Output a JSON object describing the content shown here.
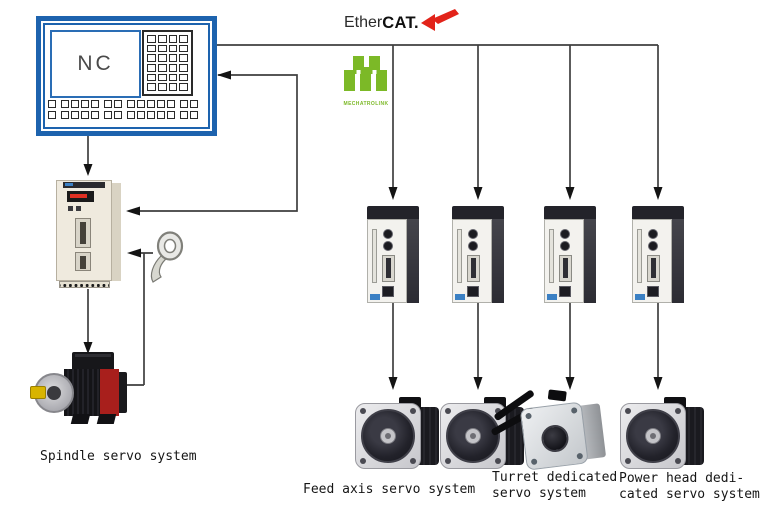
{
  "nc_unit": {
    "screen_label": "NC"
  },
  "logos": {
    "ethercat": {
      "prefix": "Ether",
      "suffix": "CAT."
    },
    "mechatrolink": {
      "name": "MECHATROLINK"
    }
  },
  "captions": {
    "spindle": "Spindle servo system",
    "feed_axis": "Feed axis servo system",
    "turret_line1": "Turret dedicated",
    "turret_line2": "servo system",
    "power_head_line1": "Power head dedi-",
    "power_head_line2": "cated servo system"
  },
  "colors": {
    "nc_border_blue": "#1d63ae",
    "ethercat_red": "#e2231a",
    "mechatrolink_green": "#7cb927",
    "connector_line_gray": "#3f3f3f",
    "spindle_motor_red": "#a81f1c",
    "spindle_drive_cream": "#efeade"
  }
}
